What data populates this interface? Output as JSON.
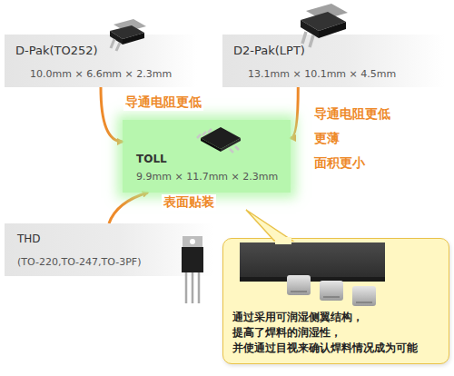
{
  "diagram": {
    "nodes": [
      {
        "text": [
          "D-Pak(TO252)",
          "10.0mm × 6.6mm × 2.3mm"
        ]
      },
      {
        "text": [
          "D2-Pak(LPT)",
          "13.1mm × 10.1mm × 4.5mm"
        ]
      },
      {
        "text": [
          "TOLL",
          "9.9mm × 11.7mm × 2.3mm"
        ]
      },
      {
        "text": [
          "THD",
          "(TO-220,TO-247,TO-3PF)"
        ]
      },
      {
        "text": [
          "通过采用可润湿侧翼结构， 提高了焊料的润湿性， 并使通过目视来确认焊料情况成为可能"
        ]
      }
    ],
    "edges": [
      {
        "from": 0,
        "to": 2,
        "arrow": "to",
        "label": "导通电阻更低"
      },
      {
        "from": 1,
        "to": 2,
        "arrow": "to",
        "label": "导通电阻更低 更薄 面积更小"
      },
      {
        "from": 3,
        "to": 2,
        "arrow": "to",
        "label": "表面贴装"
      }
    ]
  }
}
